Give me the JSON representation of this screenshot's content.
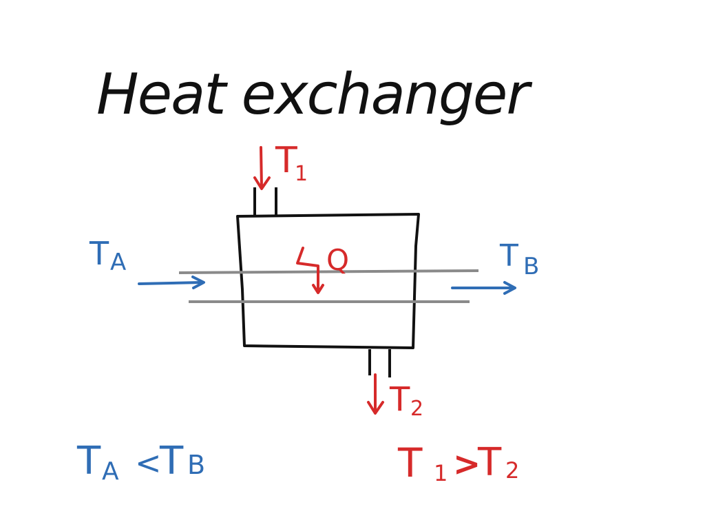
{
  "title": "Heat exchanger",
  "labels": {
    "hot_inlet": "T",
    "hot_inlet_sub": "1",
    "hot_outlet": "T",
    "hot_outlet_sub": "2",
    "cold_inlet": "T",
    "cold_inlet_sub": "A",
    "cold_outlet": "T",
    "cold_outlet_sub": "B",
    "heat": "Q"
  },
  "relations": {
    "cold_left": "T",
    "cold_left_sub": "A",
    "cold_op": "<",
    "cold_right": "T",
    "cold_right_sub": "B",
    "hot_left": "T",
    "hot_left_sub": "1",
    "hot_op": ">",
    "hot_right": "T",
    "hot_right_sub": "2"
  },
  "colors": {
    "ink": "#111111",
    "hot": "#d62a2a",
    "cold": "#2f6db5",
    "pipe": "#8a8a8a",
    "background": "#ffffff"
  }
}
